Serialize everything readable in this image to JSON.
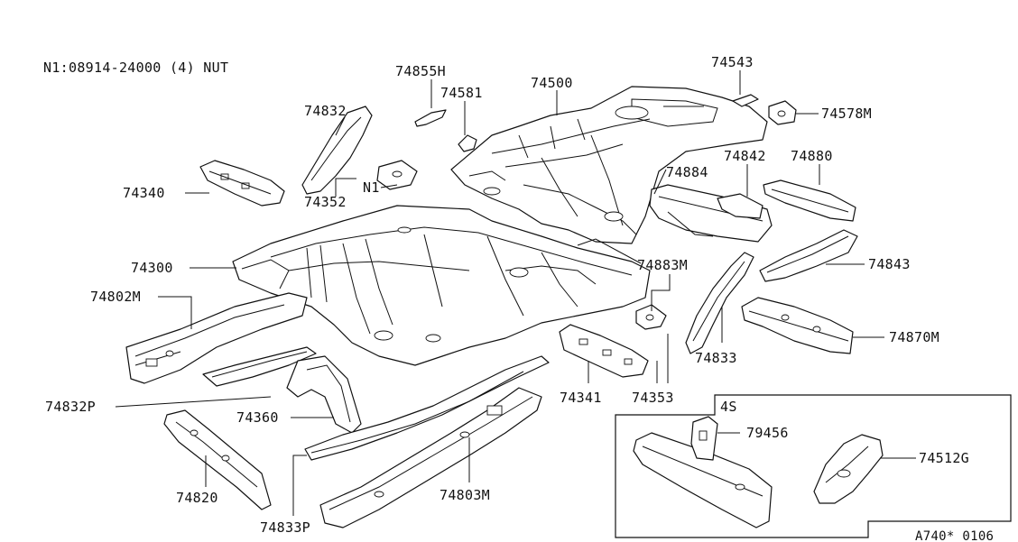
{
  "note": "N1:08914-24000 (4) NUT",
  "diagram_code": "A740* 0106",
  "variant_box": {
    "label": "4S"
  },
  "part_labels": {
    "p74855H": "74855H",
    "p74581": "74581",
    "p74500": "74500",
    "p74543": "74543",
    "p74578M": "74578M",
    "p74832": "74832",
    "p74340": "74340",
    "p74352": "74352",
    "n1": "N1",
    "p74884": "74884",
    "p74842": "74842",
    "p74880": "74880",
    "p74300": "74300",
    "p74802M": "74802M",
    "p74883M": "74883M",
    "p74843": "74843",
    "p74870M": "74870M",
    "p74833": "74833",
    "p74341": "74341",
    "p74353": "74353",
    "p74832P": "74832P",
    "p74360": "74360",
    "p74820": "74820",
    "p74803M": "74803M",
    "p74833P": "74833P",
    "p79456": "79456",
    "p74512G": "74512G"
  }
}
